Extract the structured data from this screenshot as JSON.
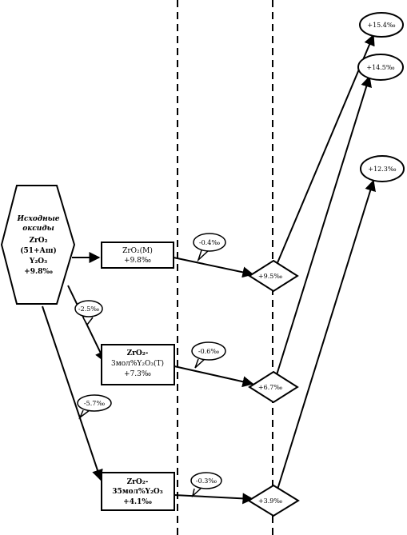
{
  "source": {
    "lines": [
      "Исходные",
      "оксиды",
      "ZrO₂",
      "(51+Аш)",
      "Y₂O₃",
      "+9.8‰"
    ]
  },
  "boxes": [
    {
      "lines": [
        "ZrO₂(М)",
        "+9.8‰"
      ]
    },
    {
      "lines": [
        "ZrO₂-",
        "3мол%Y₂O₃(Т)",
        "+7.3‰"
      ]
    },
    {
      "lines": [
        "ZrO₂-",
        "35мол%Y₂O₃",
        "+4.1‰"
      ]
    }
  ],
  "diamonds": [
    "+9.5‰",
    "+6.7‰",
    "+3.9‰"
  ],
  "callouts": [
    "-2.5‰",
    "-5.7‰",
    "-0.4‰",
    "-0.6‰",
    "-0.3‰"
  ],
  "results": [
    "+15.4‰",
    "+14.5‰",
    "+12.3‰"
  ]
}
